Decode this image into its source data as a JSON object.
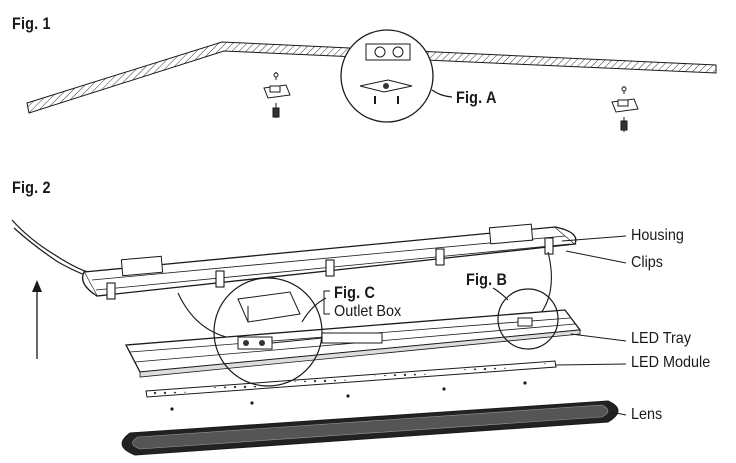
{
  "fig1": {
    "title": "Fig. 1",
    "inset": "Fig. A"
  },
  "fig2": {
    "title": "Fig. 2",
    "inset_b": "Fig. B",
    "inset_c": "Fig. C",
    "outlet_box": "Outlet Box"
  },
  "callouts": {
    "housing": "Housing",
    "clips": "Clips",
    "led_tray": "LED Tray",
    "led_module": "LED Module",
    "lens": "Lens"
  },
  "colors": {
    "line": "#1a1a1a",
    "hatch": "#333333",
    "lens": "#222222"
  }
}
